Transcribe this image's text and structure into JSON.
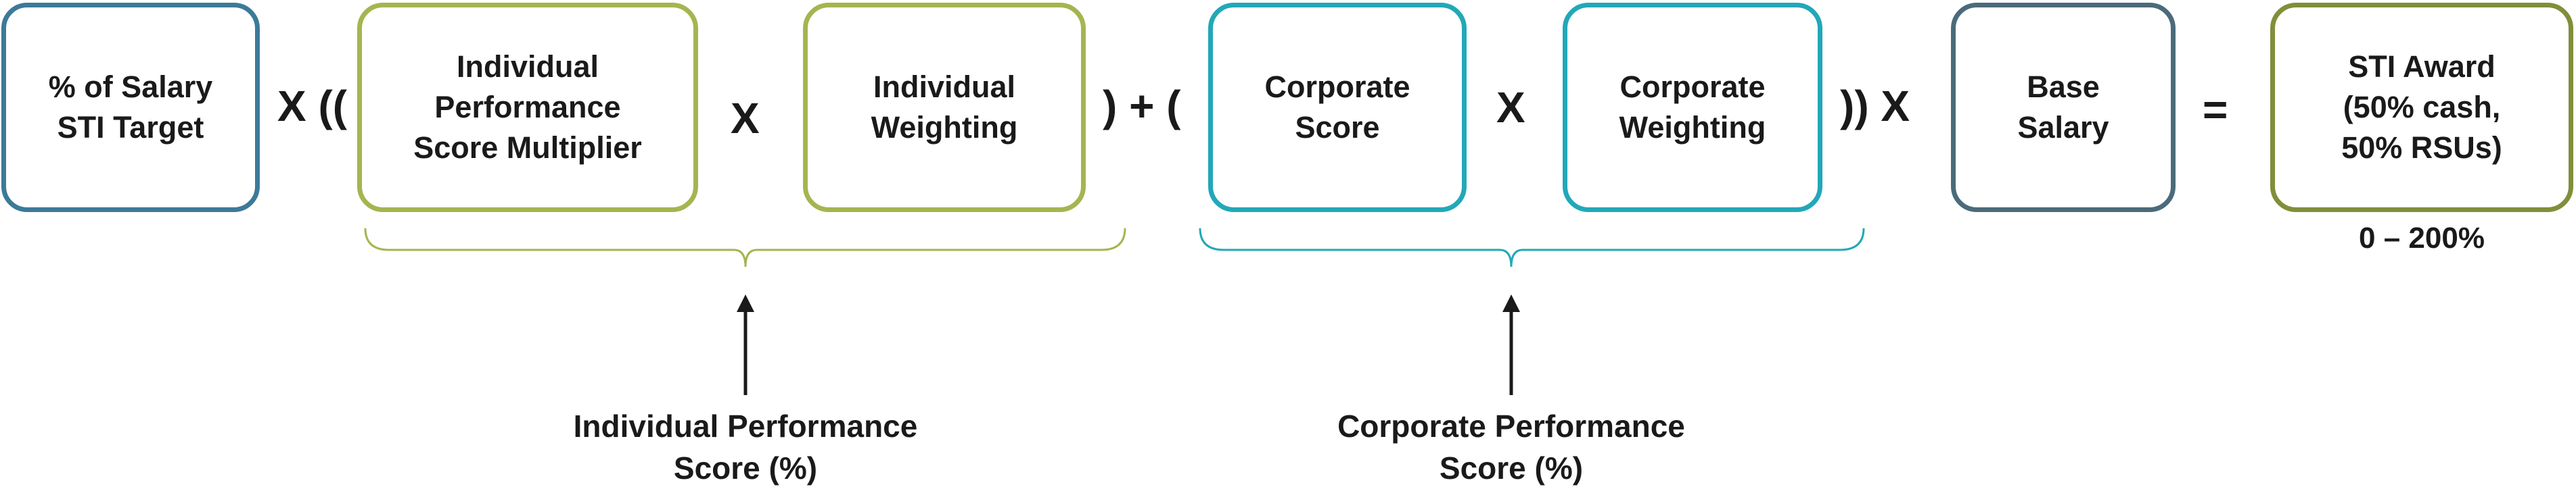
{
  "colors": {
    "blue": "#3c7a98",
    "green": "#a4b550",
    "teal": "#22a8b8",
    "slate": "#4b6b7a",
    "olive": "#7f8f3a",
    "text": "#1a1a1a"
  },
  "boxes": {
    "salary_sti_target": "% of Salary\nSTI Target",
    "individual_performance_multiplier": "Individual\nPerformance\nScore Multiplier",
    "individual_weighting": "Individual\nWeighting",
    "corporate_score": "Corporate\nScore",
    "corporate_weighting": "Corporate\nWeighting",
    "base_salary": "Base\nSalary",
    "sti_award": "STI Award\n(50% cash,\n50% RSUs)"
  },
  "operators": {
    "op1": "X ((",
    "op2": "X",
    "op3": ") + (",
    "op4": "X",
    "op5": ")) X",
    "op6": "="
  },
  "award_range": "0 – 200%",
  "labels": {
    "individual_performance_score": "Individual Performance\nScore (%)",
    "corporate_performance_score": "Corporate Performance\nScore (%)"
  }
}
